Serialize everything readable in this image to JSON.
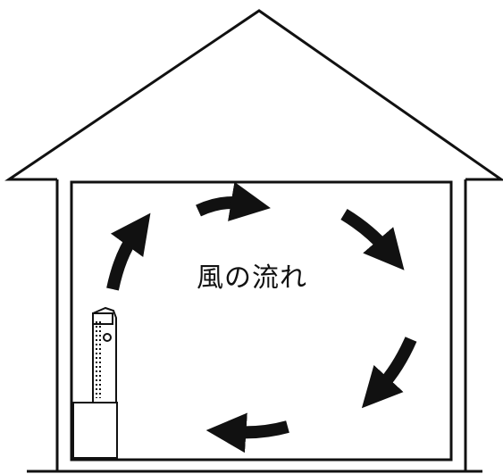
{
  "diagram": {
    "label": "風の流れ",
    "colors": {
      "line": "#111111",
      "arrow": "#111111",
      "background": "#ffffff"
    },
    "arrow_direction": "clockwise",
    "elements": [
      "house-outline",
      "heater-unit",
      "airflow-arrows"
    ]
  }
}
